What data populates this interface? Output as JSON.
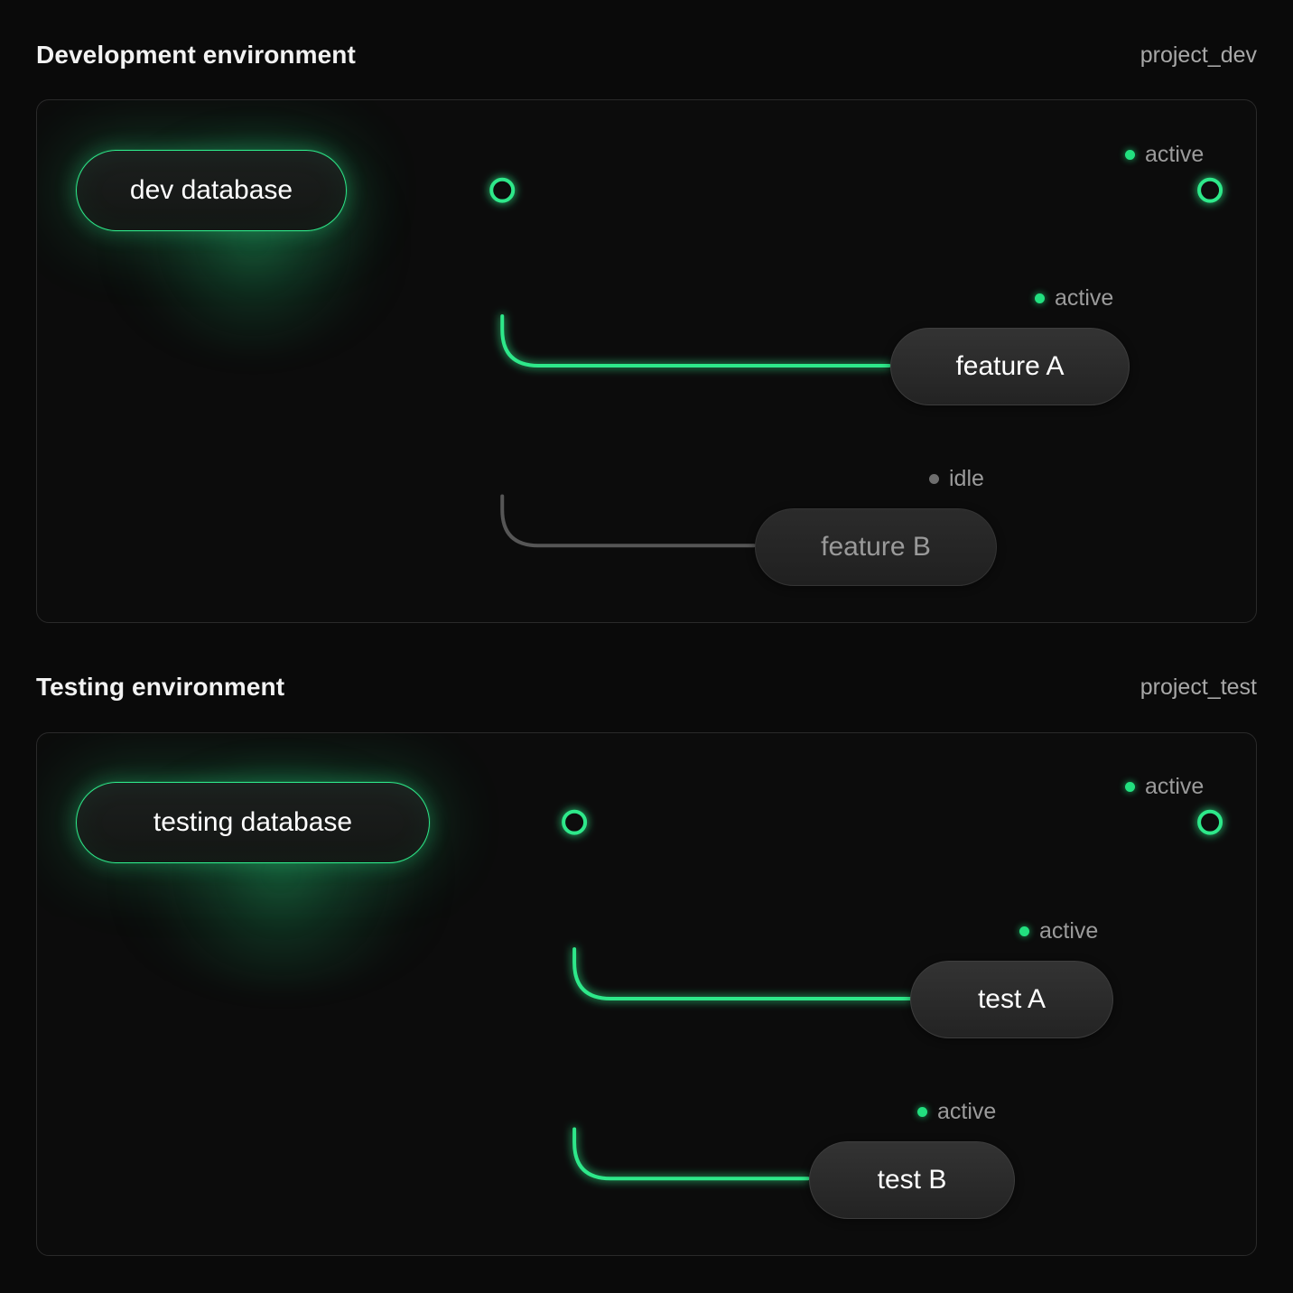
{
  "theme": {
    "background": "#0a0a0a",
    "panel_bg": "#0c0c0c",
    "panel_border": "#2a2a2a",
    "accent_green": "#2ee88a",
    "idle_grey": "#6e6e6e",
    "text_primary": "#f2f2f2",
    "text_muted": "#9b9b9b"
  },
  "sections": [
    {
      "title": "Development environment",
      "project": "project_dev",
      "source_node": {
        "label": "dev database",
        "status": "active"
      },
      "trunk_endpoint": {
        "status": "active",
        "status_label": "active"
      },
      "branches": [
        {
          "label": "feature A",
          "status": "active",
          "status_label": "active"
        },
        {
          "label": "feature B",
          "status": "idle",
          "status_label": "idle"
        }
      ]
    },
    {
      "title": "Testing environment",
      "project": "project_test",
      "source_node": {
        "label": "testing database",
        "status": "active"
      },
      "trunk_endpoint": {
        "status": "active",
        "status_label": "active"
      },
      "branches": [
        {
          "label": "test A",
          "status": "active",
          "status_label": "active"
        },
        {
          "label": "test B",
          "status": "active",
          "status_label": "active"
        }
      ]
    }
  ]
}
